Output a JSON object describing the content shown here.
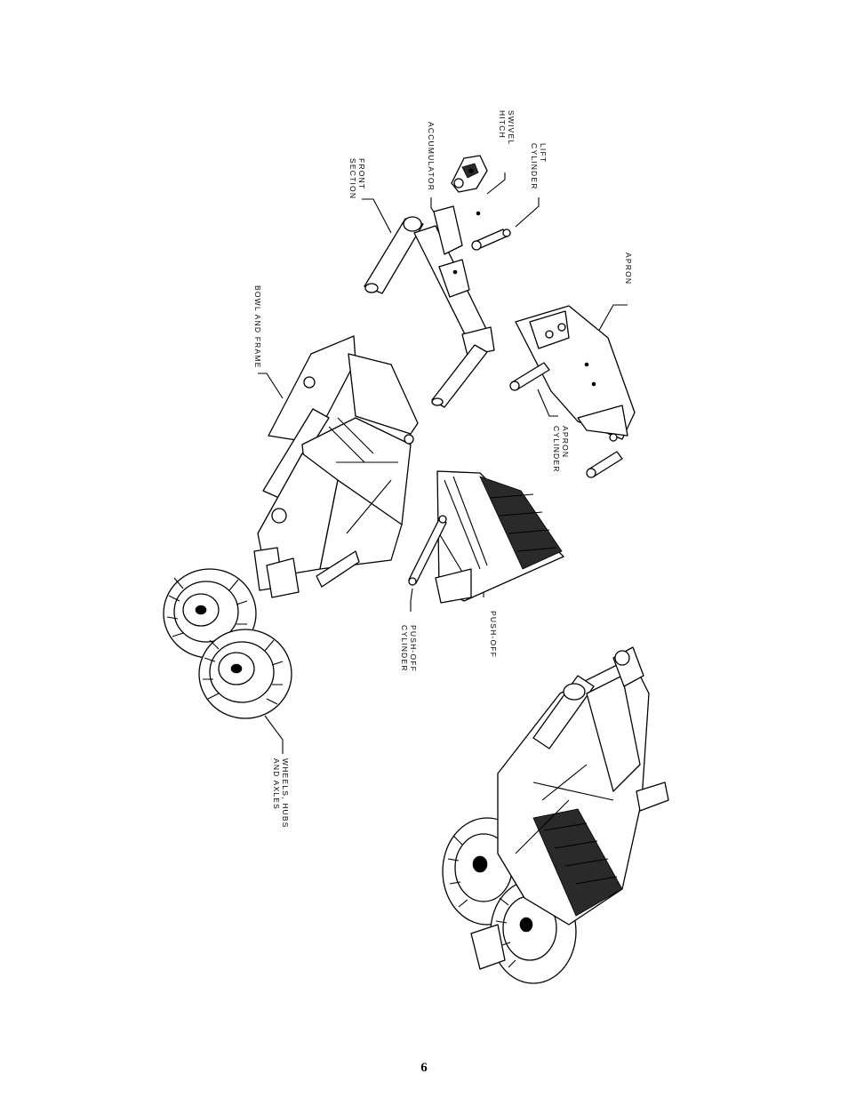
{
  "labels": {
    "swivel_hitch": "SWIVEL\nHITCH",
    "lift_cylinder": "LIFT\nCYLINDER",
    "accumulator": "ACCUMULATOR",
    "front_section": "FRONT\nSECTION",
    "bowl_and_frame": "BOWL AND FRAME",
    "apron": "APRON",
    "apron_cylinder": "APRON\nCYLINDER",
    "push_off": "PUSH-OFF",
    "push_off_cylinder": "PUSH-OFF\nCYLINDER",
    "wheels_hubs_axles": "WHEELS, HUBS\nAND AXLES"
  },
  "page_number": "6"
}
